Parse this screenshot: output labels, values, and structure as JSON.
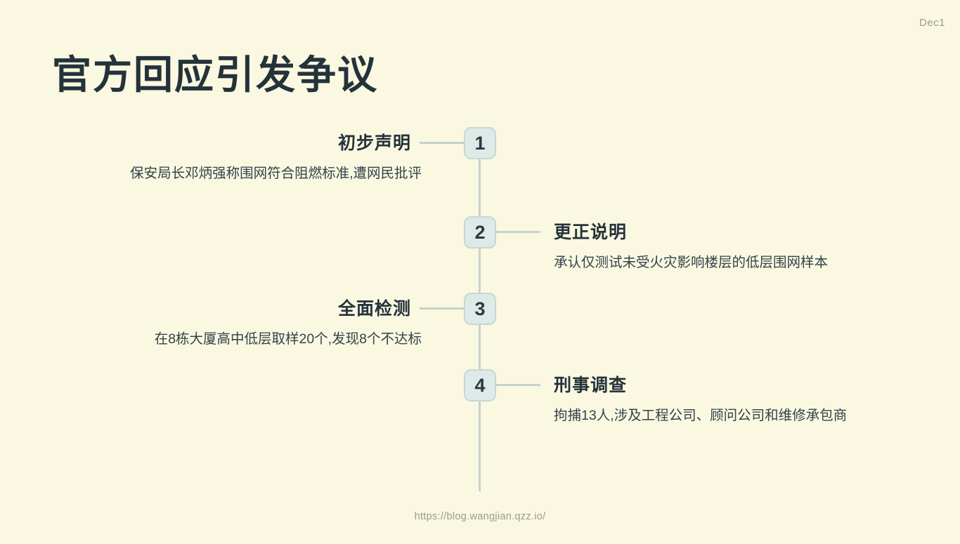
{
  "slide": {
    "date_label": "Dec1",
    "title": "官方回应引发争议",
    "footer_url": "https://blog.wangjian.qzz.io/"
  },
  "timeline": {
    "items": [
      {
        "num": "1",
        "side": "left",
        "title": "初步声明",
        "desc": "保安局长邓炳强称围网符合阻燃标准,遭网民批评"
      },
      {
        "num": "2",
        "side": "right",
        "title": "更正说明",
        "desc": "承认仅测试未受火灾影响楼层的低层围网样本"
      },
      {
        "num": "3",
        "side": "left",
        "title": "全面检测",
        "desc": "在8栋大厦高中低层取样20个,发现8个不达标"
      },
      {
        "num": "4",
        "side": "right",
        "title": "刑事调查",
        "desc": "拘捕13人,涉及工程公司、顾问公司和维修承包商"
      }
    ]
  },
  "colors": {
    "background": "#faf8e1",
    "dark_text": "#24333a",
    "box_fill": "#deeae7",
    "box_border": "#c6d8d3",
    "line": "#c5d2cc",
    "muted_text": "#9b9b92"
  }
}
